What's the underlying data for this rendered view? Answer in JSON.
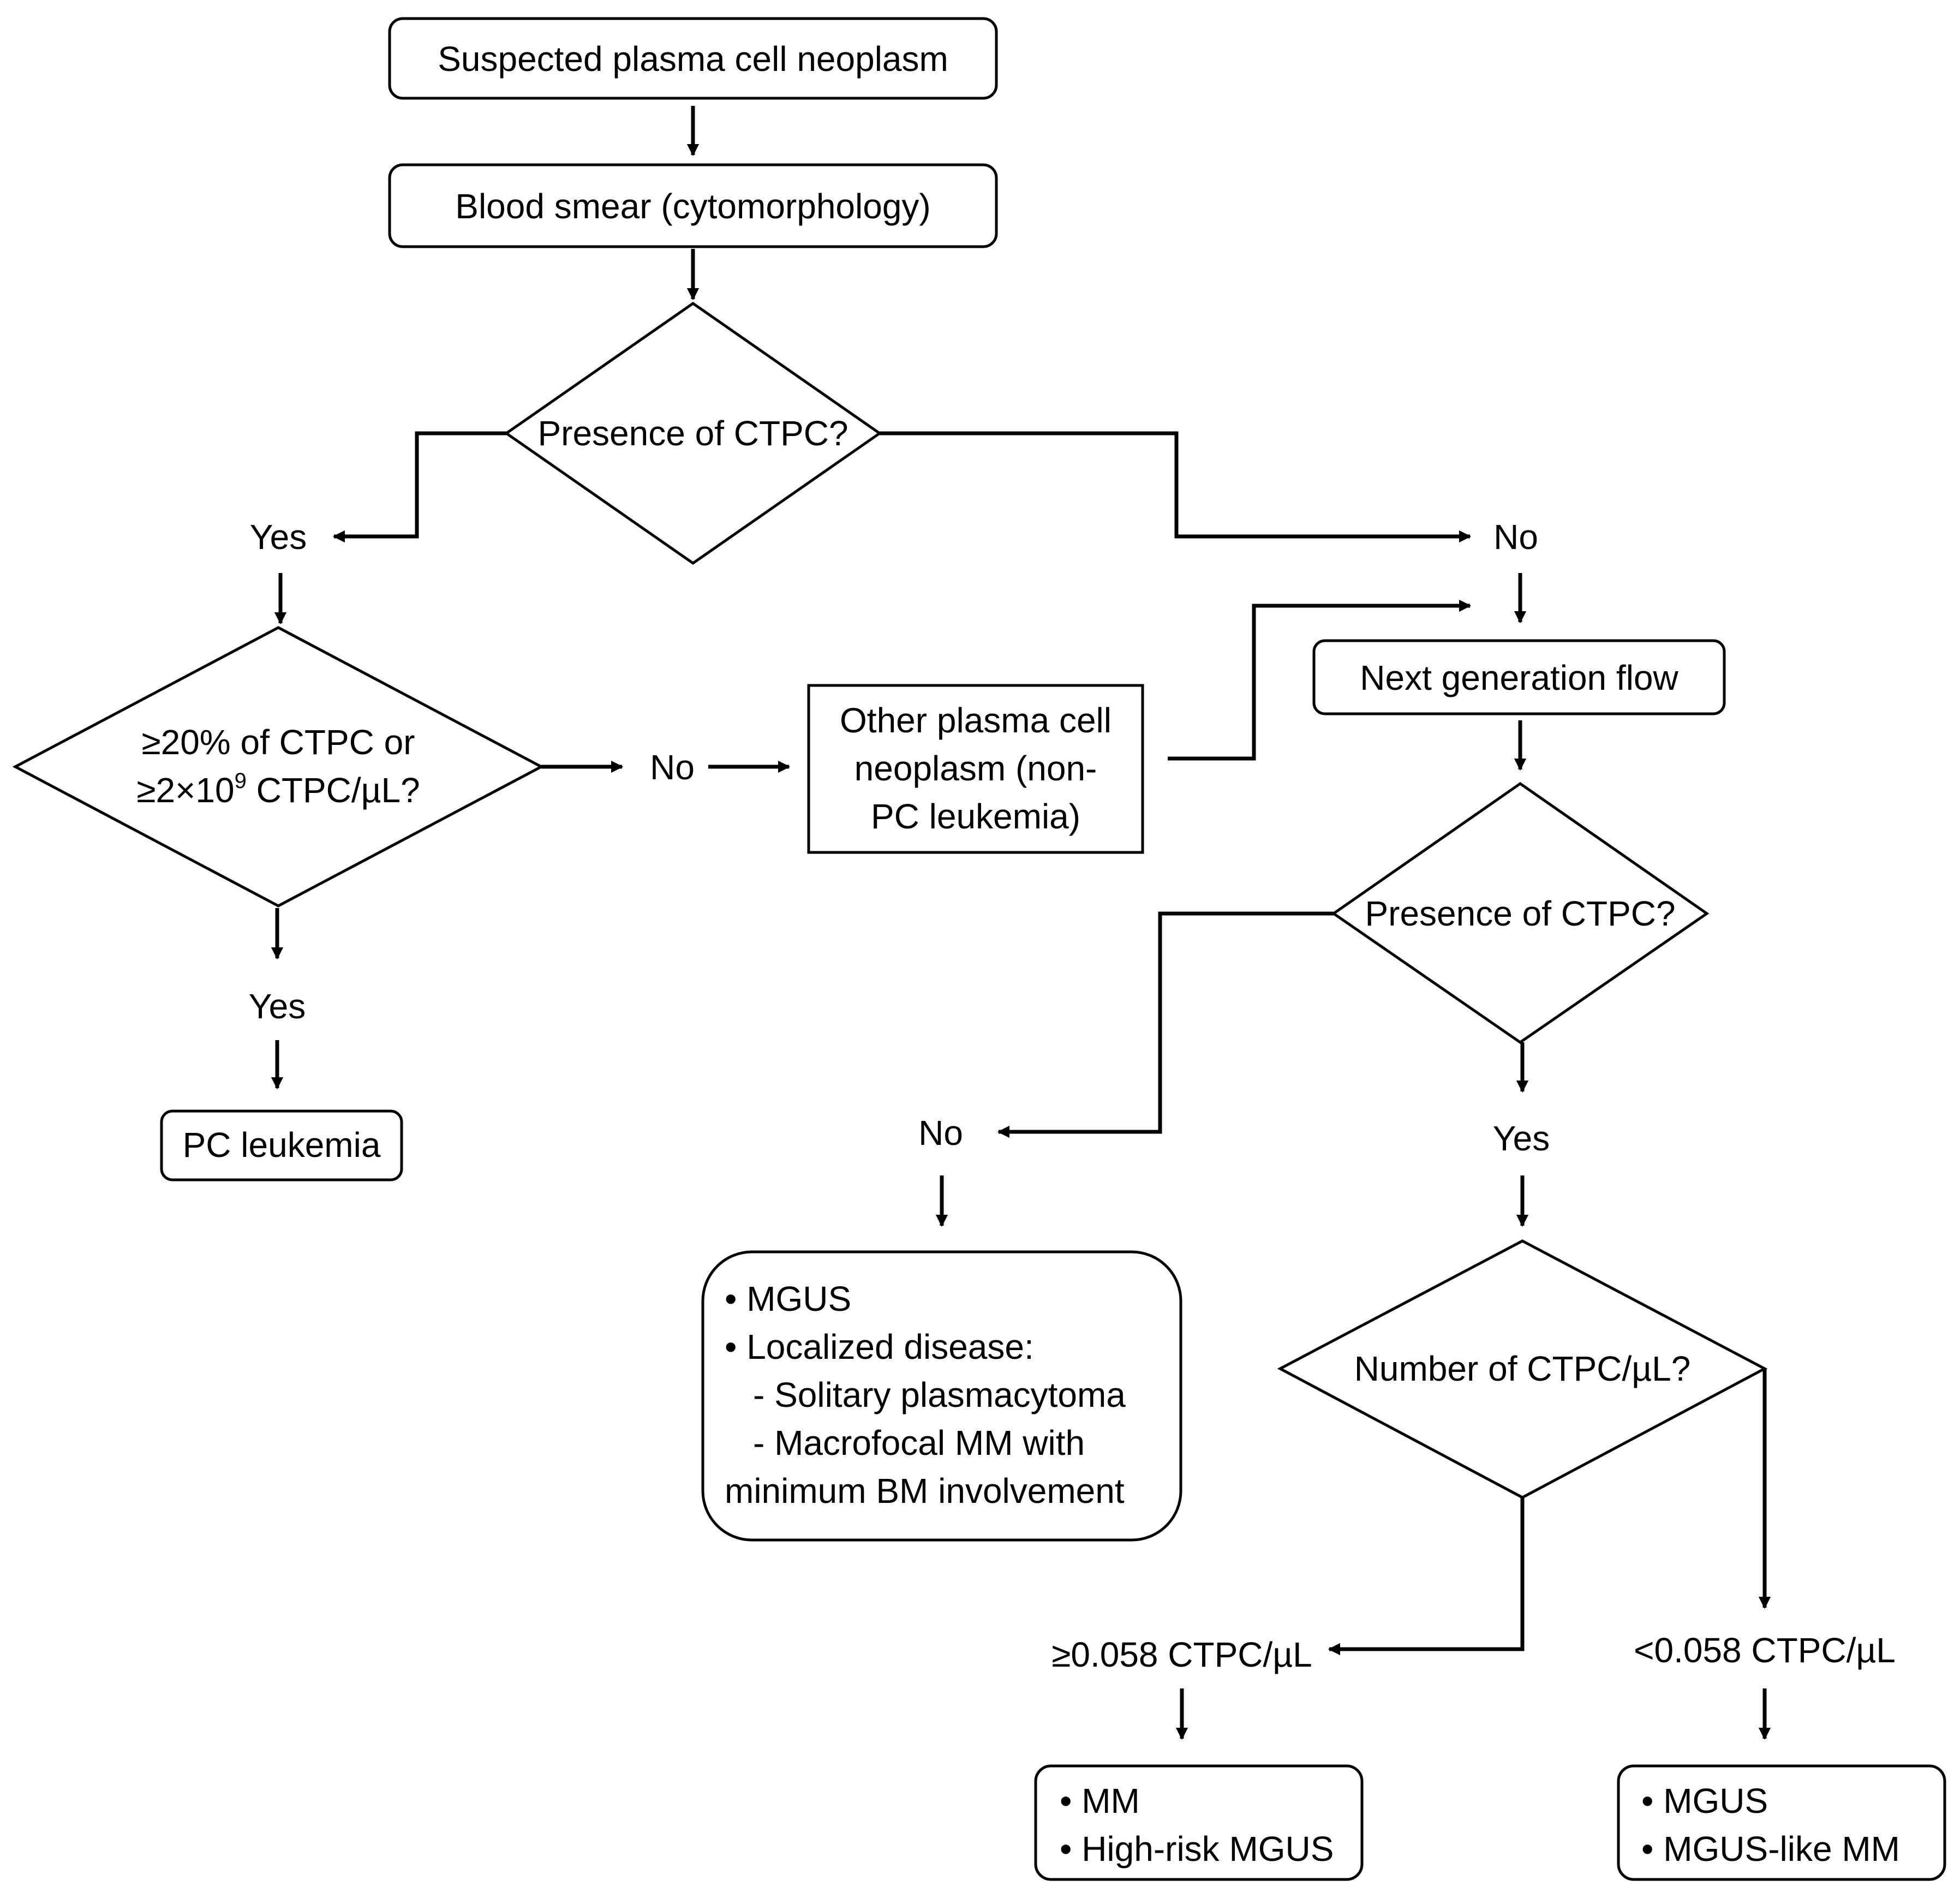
{
  "nodes": {
    "start": "Suspected plasma cell neoplasm",
    "smear": "Blood smear (cytomorphology)",
    "q1": "Presence of CTPC?",
    "q1_yes": "Yes",
    "q1_no": "No",
    "q2_line1": "≥20% of CTPC or",
    "q2_line2_a": "≥2×10",
    "q2_line2_sup": "9",
    "q2_line2_b": " CTPC/µL?",
    "q2_no": "No",
    "q2_yes": "Yes",
    "other_line1": "Other plasma cell",
    "other_line2": "neoplasm (non-",
    "other_line3": "PC leukemia)",
    "pc_leukemia": "PC leukemia",
    "ngf": "Next generation flow",
    "q3": "Presence of CTPC?",
    "q3_no": "No",
    "q3_yes": "Yes",
    "local_1": "• MGUS",
    "local_2": "• Localized disease:",
    "local_3": "- Solitary plasmacytoma",
    "local_4": "- Macrofocal MM with",
    "local_5": "minimum BM involvement",
    "q4": "Number of CTPC/µL?",
    "q4_high": "≥0.058 CTPC/µL",
    "q4_low": "<0.058 CTPC/µL",
    "high_1": "• MM",
    "high_2": "• High-risk MGUS",
    "low_1": "• MGUS",
    "low_2": "• MGUS-like MM"
  }
}
